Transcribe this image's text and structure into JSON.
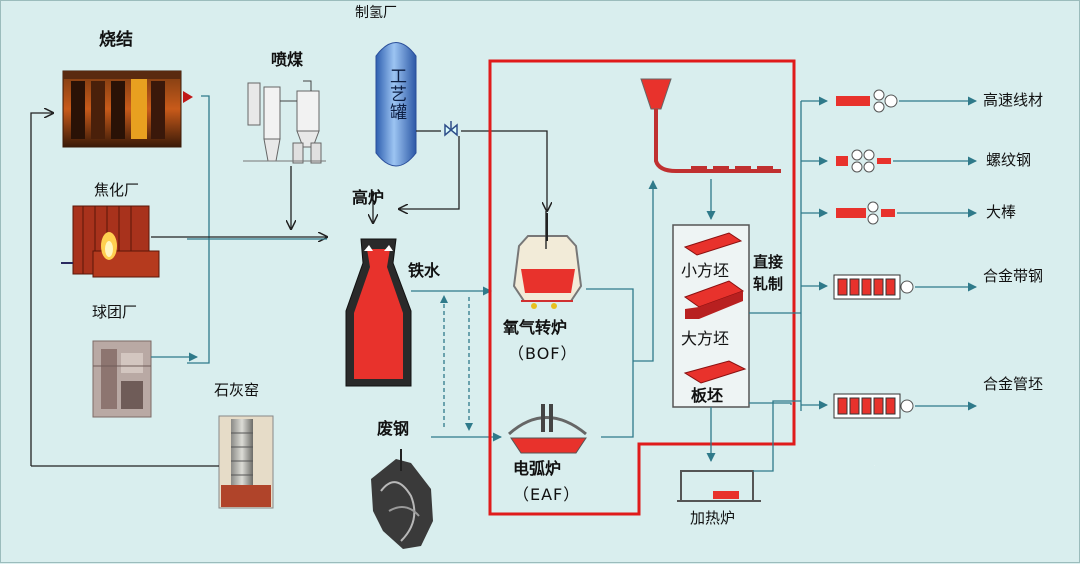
{
  "labels": {
    "sintering": "烧结",
    "coal_injection": "喷煤",
    "hydrogen_plant": "制氢厂",
    "process_tank": "工艺罐",
    "coking_plant": "焦化厂",
    "blast_furnace": "高炉",
    "pellet_plant": "球团厂",
    "lime_kiln": "石灰窑",
    "hot_metal": "铁水",
    "scrap": "废钢",
    "bof_cn": "氧气转炉",
    "bof_en": "（BOF）",
    "eaf_cn": "电弧炉",
    "eaf_en": "（EAF）",
    "small_billet": "小方坯",
    "large_billet": "大方坯",
    "slab": "板坯",
    "direct_rolling_1": "直接",
    "direct_rolling_2": "轧制",
    "reheating_furnace": "加热炉",
    "high_speed_wire": "高速线材",
    "rebar": "螺纹钢",
    "large_bar": "大棒",
    "alloy_strip": "合金带钢",
    "alloy_tube_blank": "合金管坯"
  },
  "colors": {
    "background": "#d9eeee",
    "flow_line": "#2f7a8a",
    "highlight_frame": "#e01b1b",
    "molten_steel": "#e8322c",
    "tank_blue": "#4a78c9"
  },
  "icons": {
    "valve": "valve-icon",
    "arrow": "arrow-icon"
  }
}
